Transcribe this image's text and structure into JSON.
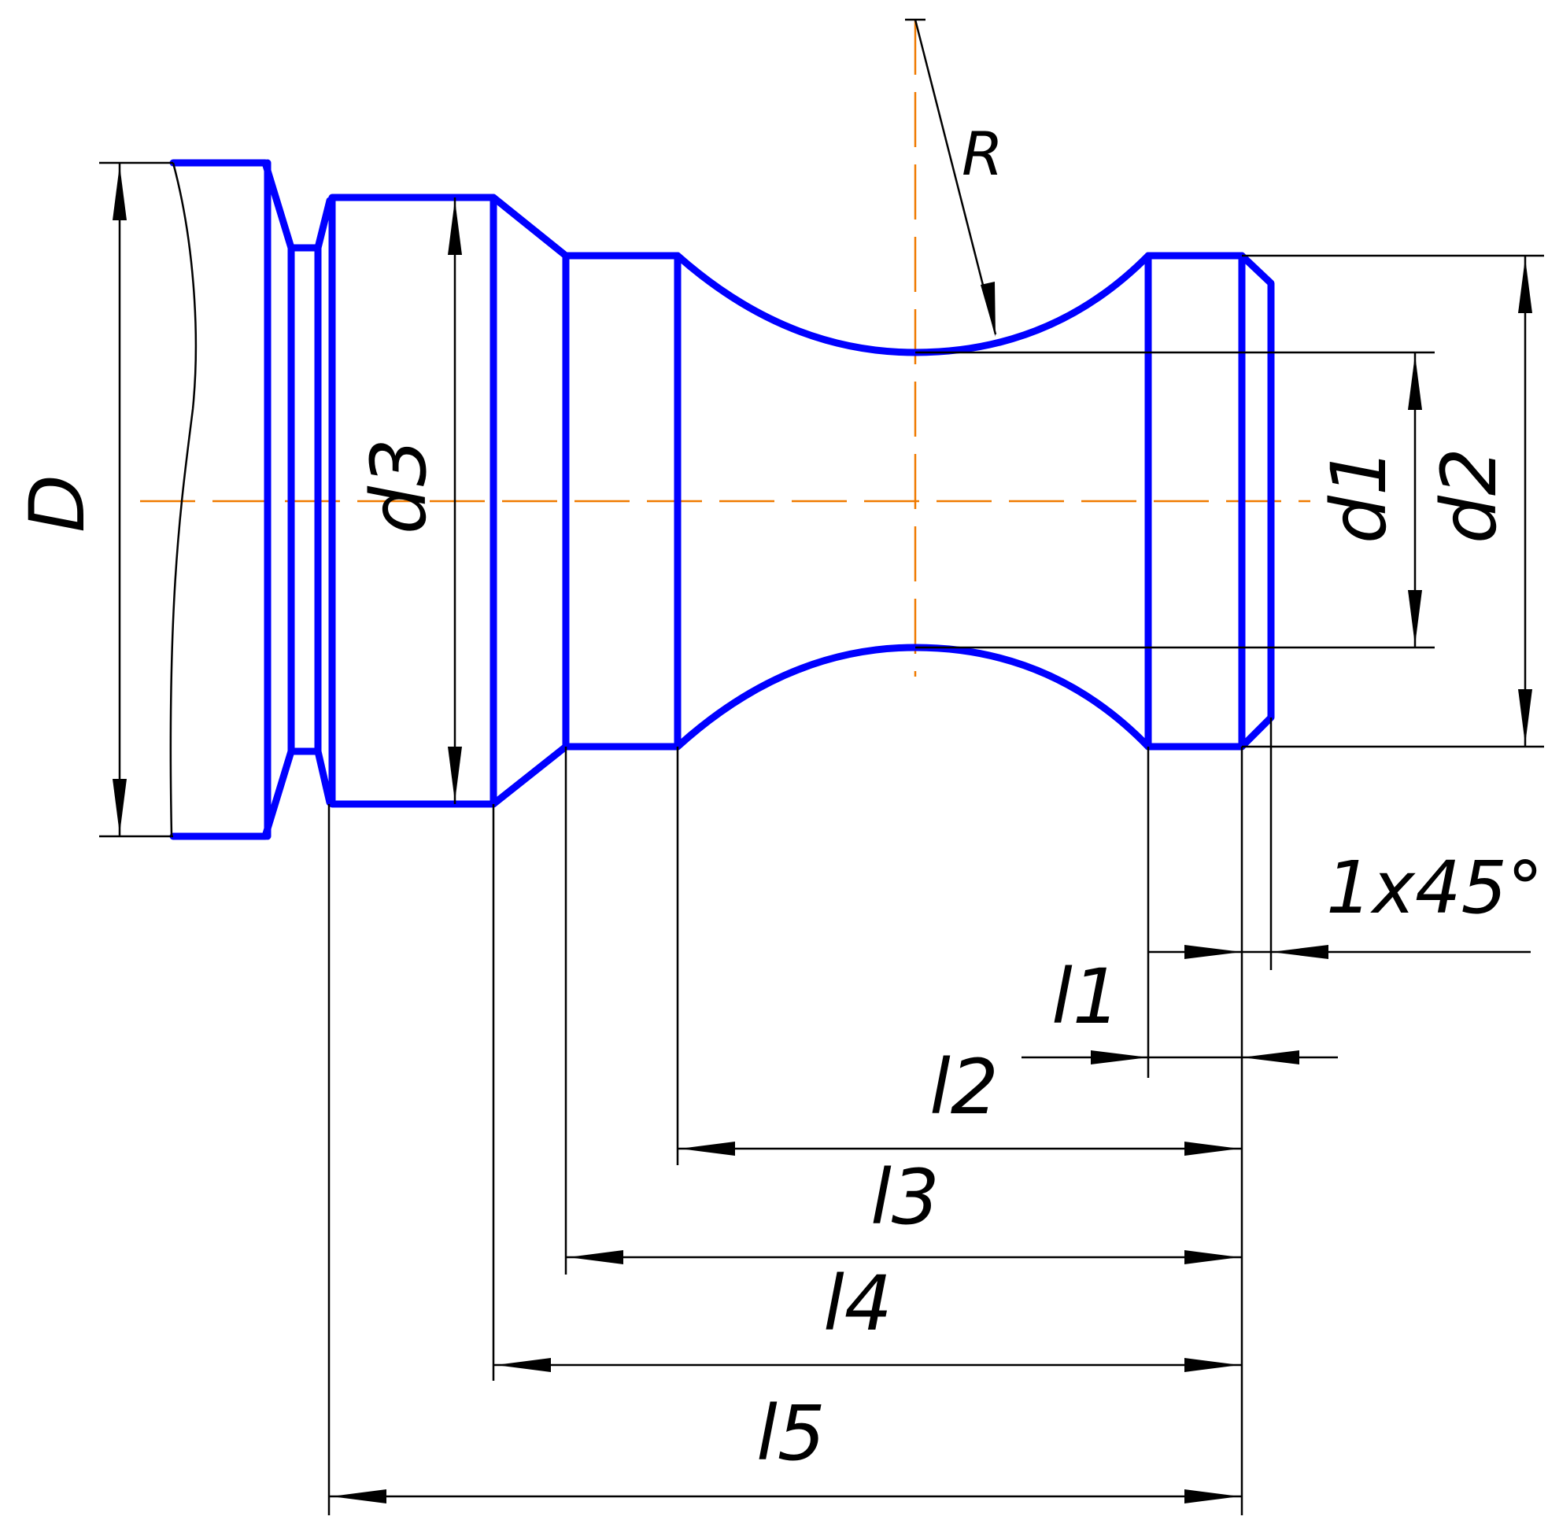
{
  "drawing": {
    "labels": {
      "D": "D",
      "d1": "d1",
      "d2": "d2",
      "d3": "d3",
      "R": "R",
      "chamfer": "1x45°",
      "l1": "l1",
      "l2": "l2",
      "l3": "l3",
      "l4": "l4",
      "l5": "l5"
    },
    "colors": {
      "outline": "#0000ff",
      "dimension": "#000000",
      "centerline": "#f07a00"
    }
  }
}
